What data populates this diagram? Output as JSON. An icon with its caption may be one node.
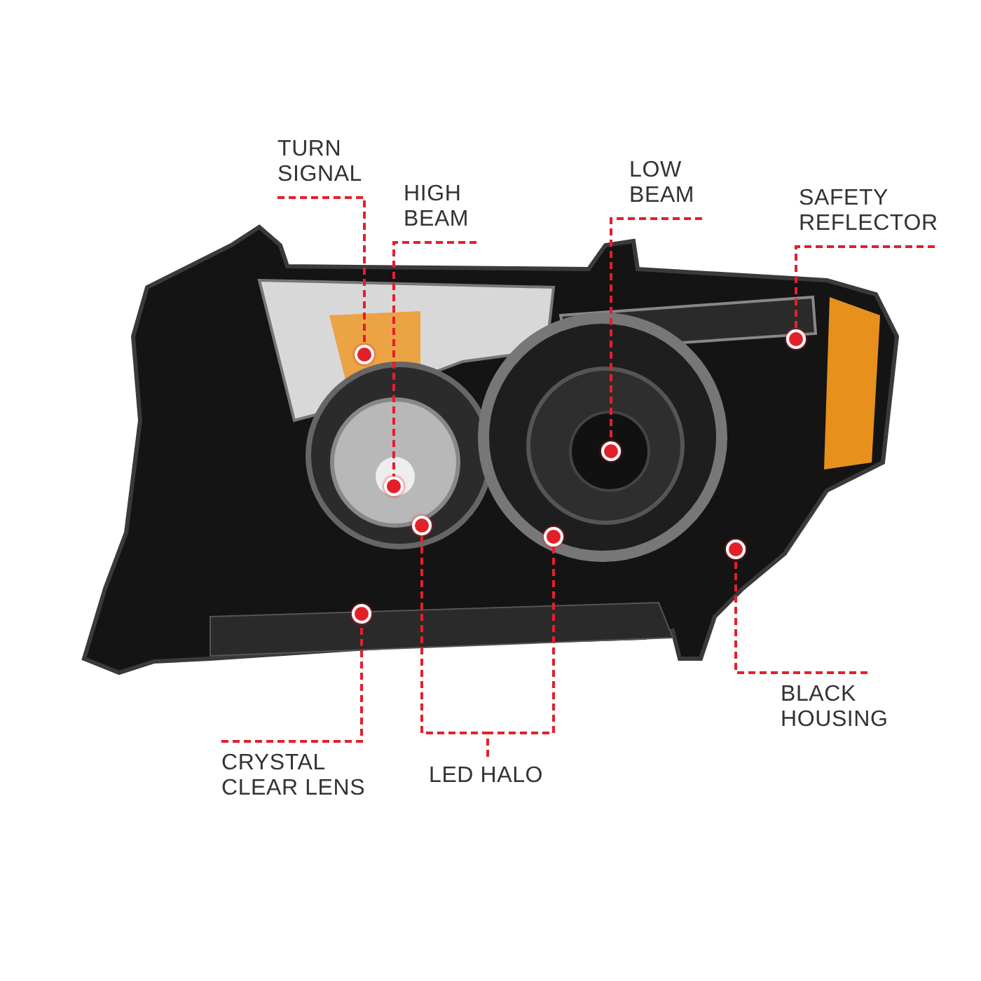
{
  "diagram": {
    "nodes": [
      {
        "text": [
          "TURN SIGNAL"
        ]
      },
      {
        "text": [
          "HIGH BEAM"
        ]
      },
      {
        "text": [
          "LOW BEAM"
        ]
      },
      {
        "text": [
          "SAFETY REFLECTOR"
        ]
      },
      {
        "text": [
          "BLACK HOUSING"
        ]
      },
      {
        "text": [
          "CRYSTAL CLEAR LENS"
        ]
      },
      {
        "text": [
          "LED HALO"
        ]
      },
      {
        "text": [],
        "shape": "circle"
      },
      {
        "text": [],
        "shape": "circle"
      },
      {
        "text": [],
        "shape": "circle"
      },
      {
        "text": [],
        "shape": "circle"
      },
      {
        "text": [],
        "shape": "circle"
      },
      {
        "text": [],
        "shape": "circle"
      },
      {
        "text": [],
        "shape": "circle"
      },
      {
        "text": [],
        "shape": "circle"
      }
    ],
    "edges": [
      {
        "from": 0,
        "to": 8,
        "arrow": "none",
        "style": "dashed"
      },
      {
        "from": 1,
        "to": 9,
        "arrow": "none",
        "style": "dashed"
      },
      {
        "from": 2,
        "to": 12,
        "arrow": "none",
        "style": "dashed"
      },
      {
        "from": 3,
        "to": 14,
        "arrow": "none",
        "style": "dashed"
      },
      {
        "from": 4,
        "to": 13,
        "arrow": "none",
        "style": "dashed"
      },
      {
        "from": 5,
        "to": 7,
        "arrow": "none",
        "style": "dashed"
      },
      {
        "from": 6,
        "to": 10,
        "arrow": "none",
        "style": "dashed"
      },
      {
        "from": 6,
        "to": 11,
        "arrow": "none",
        "style": "dashed"
      }
    ]
  }
}
